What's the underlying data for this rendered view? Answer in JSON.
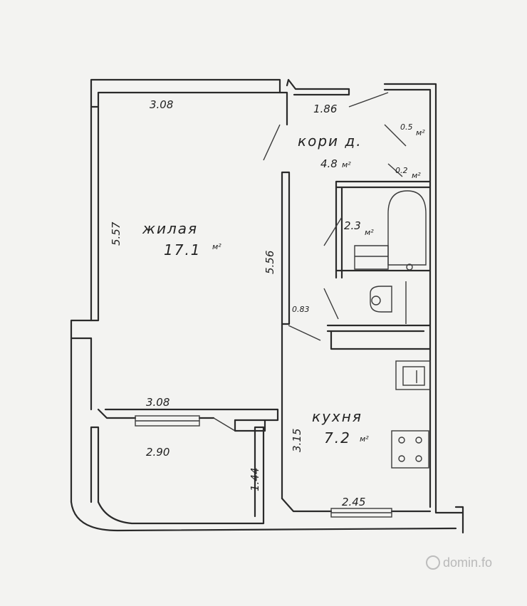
{
  "rooms": {
    "living": {
      "name": "жилая",
      "area": "17.1",
      "unit": "м²"
    },
    "corridor": {
      "name": "кори д.",
      "area": "4.8",
      "unit": "м²"
    },
    "kitchen": {
      "name": "кухня",
      "area": "7.2",
      "unit": "м²"
    },
    "bathroom": {
      "area": "2.3",
      "unit": "м²"
    },
    "closet_top": {
      "area": "0.5",
      "unit": "м²"
    },
    "closet_small": {
      "area": "0.2",
      "unit": "м²"
    },
    "wc": {
      "area": "0.83"
    }
  },
  "dimensions": {
    "living_top": "3.08",
    "corridor_top": "1.86",
    "living_left": "5.57",
    "living_right": "5.56",
    "living_bottom": "3.08",
    "balcony_width": "2.90",
    "balcony_depth": "1.44",
    "kitchen_left": "3.15",
    "kitchen_bottom": "2.45"
  },
  "watermark": "domin.fo",
  "accent_color": "#2a2a2a"
}
